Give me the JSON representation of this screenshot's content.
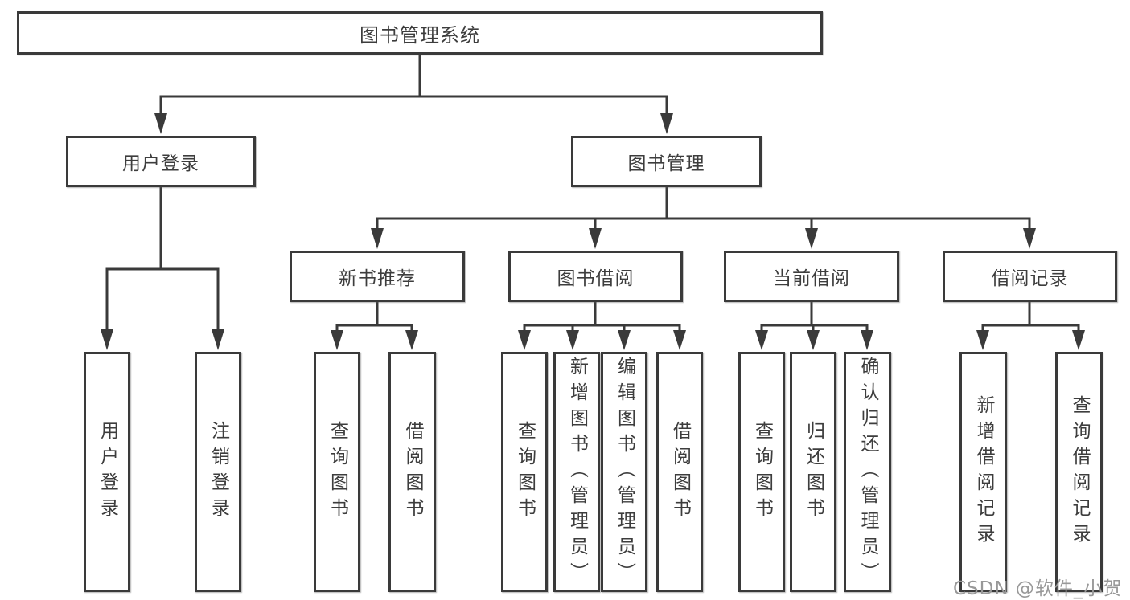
{
  "tree": {
    "label": "图书管理系统",
    "children": [
      {
        "label": "用户登录",
        "children": [
          {
            "label": "用户登录"
          },
          {
            "label": "注销登录"
          }
        ]
      },
      {
        "label": "图书管理",
        "children": [
          {
            "label": "新书推荐",
            "children": [
              {
                "label": "查询图书"
              },
              {
                "label": "借阅图书"
              }
            ]
          },
          {
            "label": "图书借阅",
            "children": [
              {
                "label": "查询图书"
              },
              {
                "label": "新增图书（管理员）"
              },
              {
                "label": "编辑图书（管理员）"
              },
              {
                "label": "借阅图书"
              }
            ]
          },
          {
            "label": "当前借阅",
            "children": [
              {
                "label": "查询图书"
              },
              {
                "label": "归还图书"
              },
              {
                "label": "确认归还（管理员）"
              }
            ]
          },
          {
            "label": "借阅记录",
            "children": [
              {
                "label": "新增借阅记录"
              },
              {
                "label": "查询借阅记录"
              }
            ]
          }
        ]
      }
    ]
  },
  "watermark": "CSDN @软件_小贺同学",
  "colors": {
    "line": "#3a3a3a",
    "text": "#3d3d3d",
    "box_background": "#ffffff",
    "page_background": "#ffffff",
    "watermark": "#989898"
  }
}
